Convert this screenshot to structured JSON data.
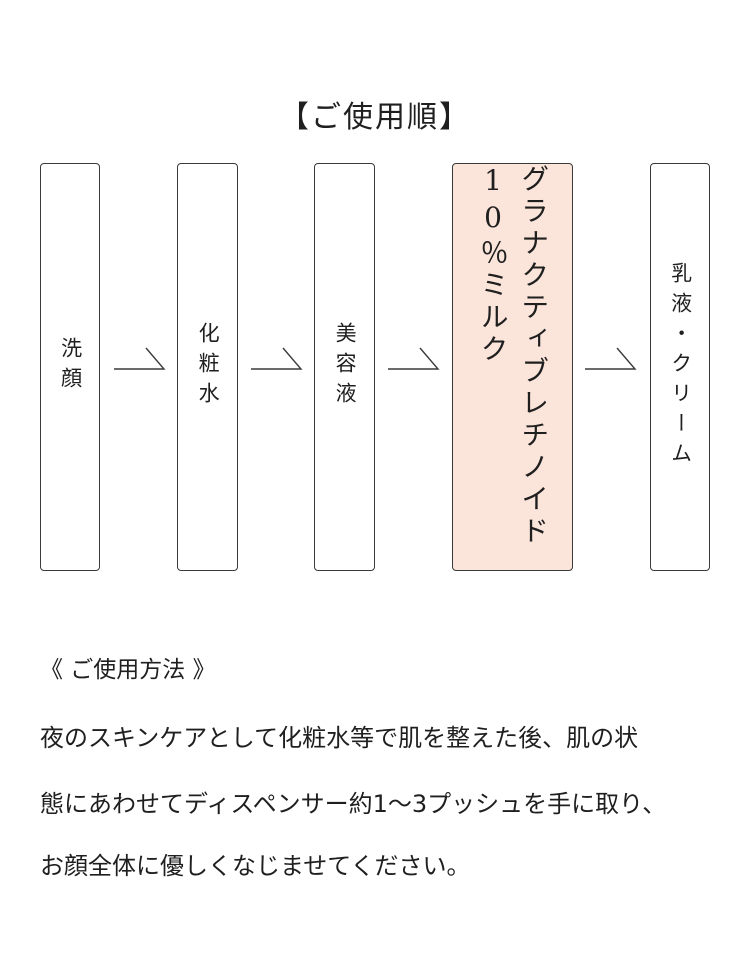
{
  "title": "【ご使用順】",
  "steps": [
    {
      "label": "洗顔",
      "highlight": false
    },
    {
      "label": "化粧水",
      "highlight": false
    },
    {
      "label": "美容液",
      "highlight": false
    },
    {
      "label": "グラナクティブレチノイド10％ミルク",
      "highlight": true
    },
    {
      "label": "乳液・クリーム",
      "highlight": false
    }
  ],
  "howto": {
    "title": "《 ご使用方法 》",
    "lines": [
      "夜のスキンケアとして化粧水等で肌を整えた後、肌の状",
      "態にあわせてディスペンサー約1～3プッシュを手に取り、",
      "お顔全体に優しくなじませてください。"
    ]
  },
  "colors": {
    "highlight_bg": "#fbe4da",
    "border": "#3a3a3a"
  }
}
